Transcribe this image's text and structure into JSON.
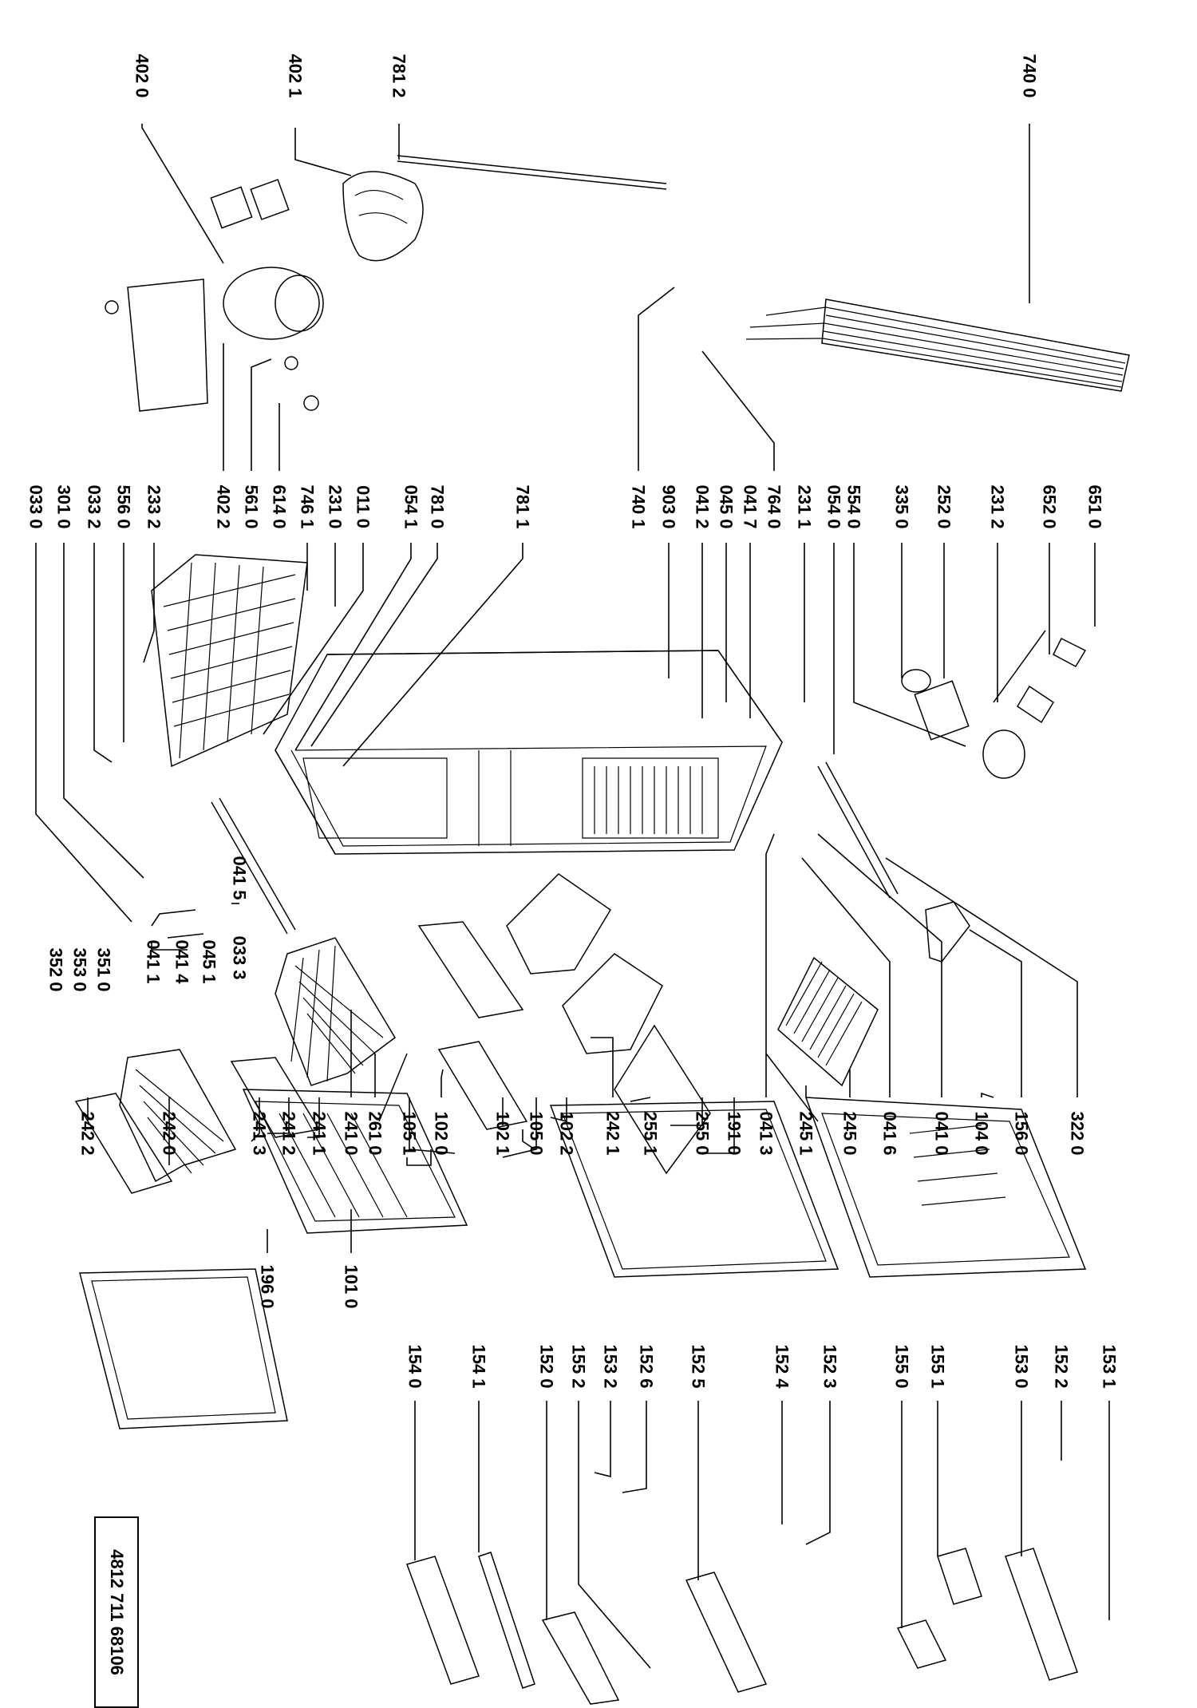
{
  "document_number": "4812 711 68106",
  "part_labels": [
    "740 0",
    "781 2",
    "402 1",
    "402 0",
    "651 0",
    "652 0",
    "231 2",
    "252 0",
    "335 0",
    "554 0",
    "054 0",
    "231 1",
    "764 0",
    "041 7",
    "045 0",
    "041 2",
    "903 0",
    "740 1",
    "781 1",
    "781 0",
    "054 1",
    "011 0",
    "231 0",
    "746 1",
    "614 0",
    "561 0",
    "402 2",
    "233 2",
    "556 0",
    "033 2",
    "301 0",
    "033 0",
    "322 0",
    "156 0",
    "104 0",
    "041 0",
    "041 6",
    "245 0",
    "245 1",
    "041 3",
    "191 0",
    "255 0",
    "255 1",
    "242 1",
    "102 2",
    "105 0",
    "102 1",
    "102 0",
    "105 1",
    "261 0",
    "241 0",
    "241 1",
    "241 2",
    "241 3",
    "242 0",
    "242 2",
    "041 5",
    "033 3",
    "045 1",
    "041 4",
    "041 1",
    "351 0",
    "353 0",
    "352 0",
    "153 1",
    "152 2",
    "153 0",
    "155 1",
    "155 0",
    "152 3",
    "152 4",
    "152 5",
    "152 6",
    "153 2",
    "155 2",
    "152 0",
    "154 1",
    "154 0",
    "101 0",
    "196 0"
  ]
}
